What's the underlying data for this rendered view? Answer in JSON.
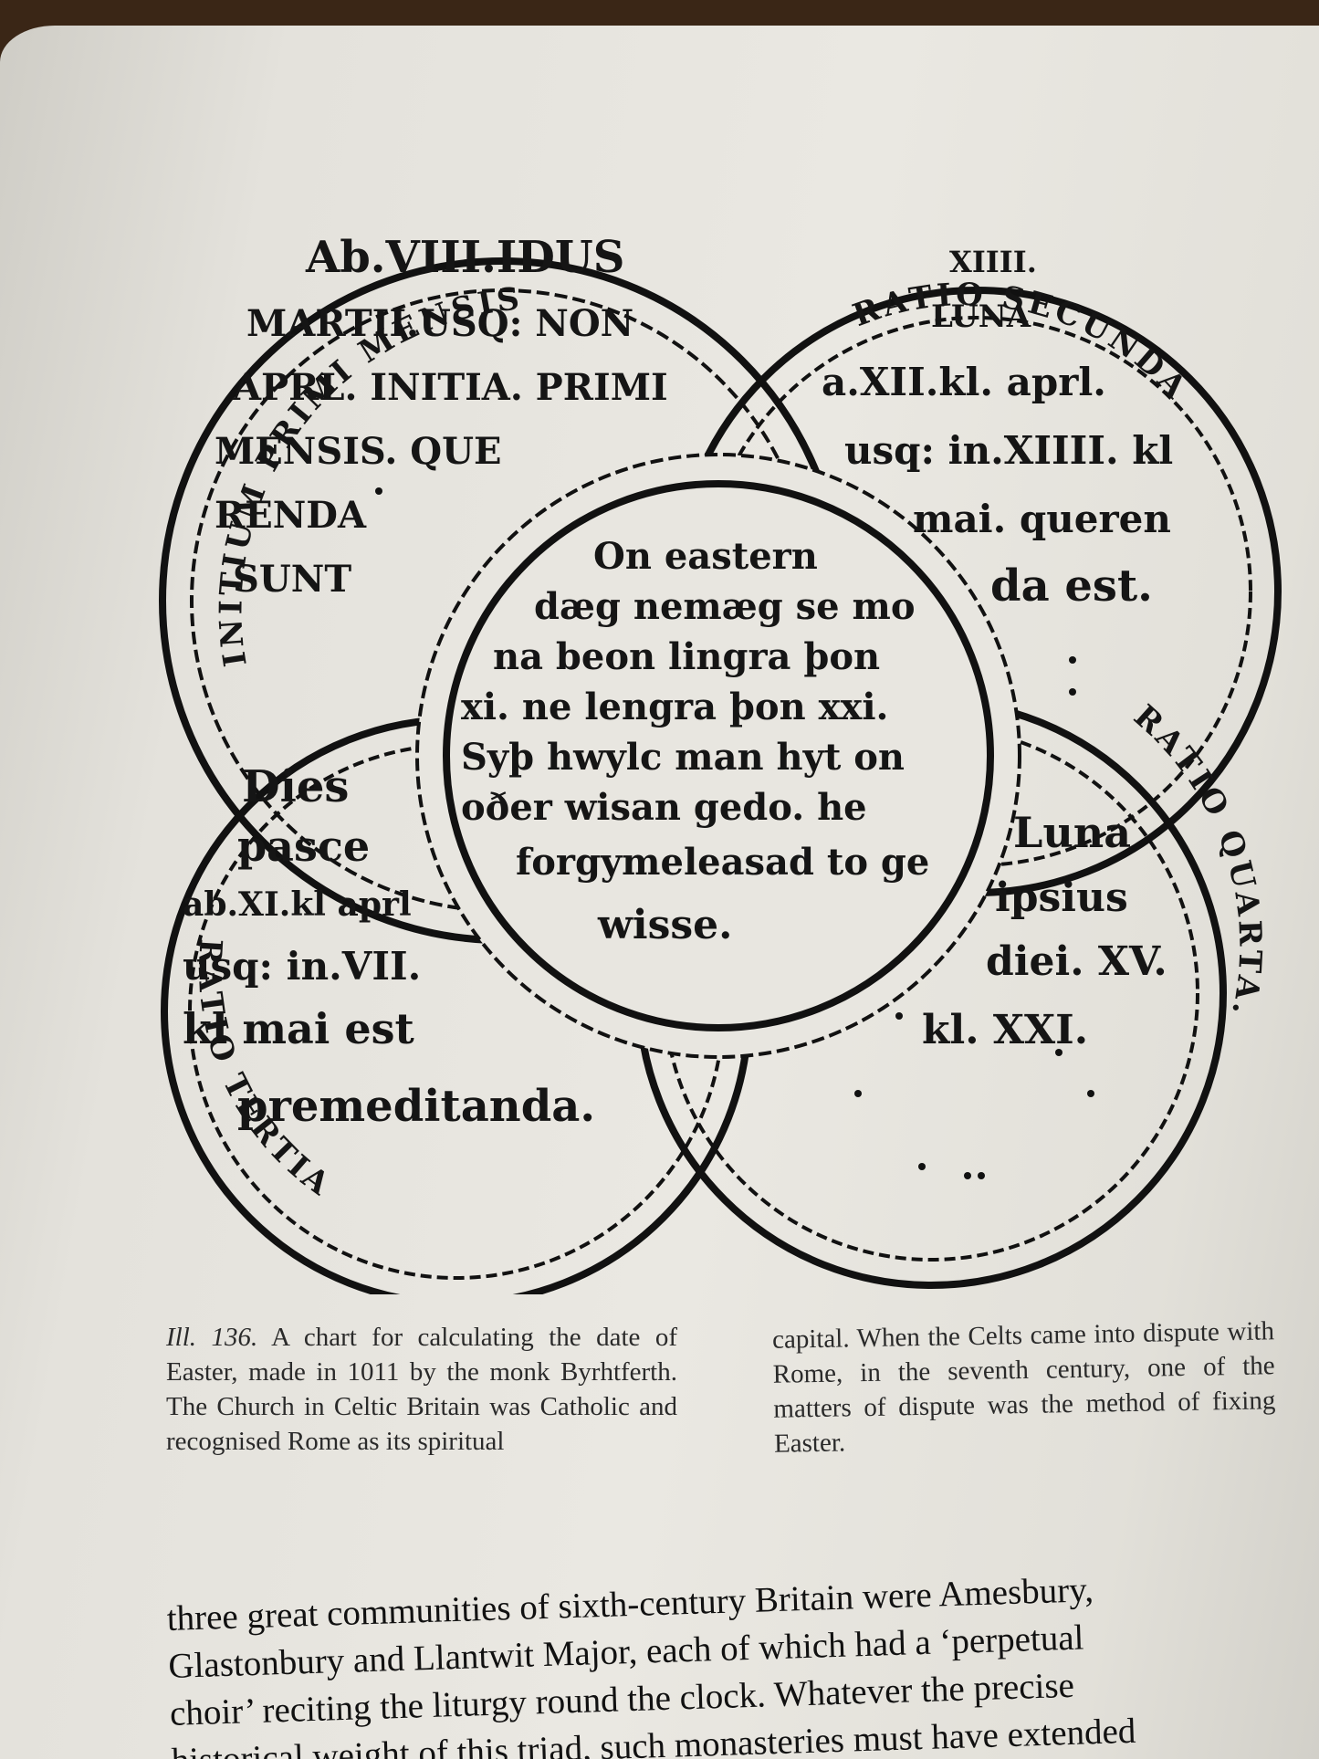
{
  "diagram": {
    "rings": {
      "top_left": "INITIUM PRIMI MENSIS.",
      "top_right": "RATIO SECUNDA",
      "bottom_left": "RATIO TERTIA",
      "bottom_right": "RATIO QUARTA."
    },
    "top_left_lines": [
      "Ab.VIII.IDUS",
      "MARTII.USQ: NON",
      "APRL. INITIA. PRIMI",
      "MENSIS. QUE",
      "RENDA",
      "SUNT"
    ],
    "top_right_lines": [
      "XIIII.",
      "LUNA",
      "a.XII.kl. aprl.",
      "usq: in.XIIII. kl",
      "mai. queren",
      "da est."
    ],
    "center_lines": [
      "On eastern",
      "dæg nemæg se mo",
      "na beon lingra þon",
      "xi. ne lengra þon xxi.",
      "Syþ hwylc man hyt on",
      "oðer wisan gedo. he",
      "forgymeleasad to ge",
      "wisse."
    ],
    "bottom_left_lines": [
      "Dies",
      "pasce",
      "ab.XI.kl aprl",
      "usq: in.VII.",
      "kl mai est",
      "premeditanda."
    ],
    "bottom_right_lines": [
      "Luna",
      "ipsius",
      "diei. XV.",
      "kl. XXI."
    ]
  },
  "caption": {
    "label": "Ill. 136.",
    "left": " A chart for calculating the date of Easter, made in 1011 by the monk Byrhtferth. The Church in Celtic Britain was Catholic and recognised Rome as its spiritual",
    "right": "capital. When the Celts came into dispute with Rome, in the seventh century, one of the matters of dispute was the method of fixing Easter."
  },
  "body": {
    "line1": "three great communities of sixth-century Britain were Amesbury,",
    "line2": "Glastonbury and Llantwit Major, each of which had a ‘perpetual",
    "line3": "choir’ reciting the liturgy round the clock. Whatever the precise",
    "line4": "historical weight of this triad, such monasteries must have extended"
  }
}
